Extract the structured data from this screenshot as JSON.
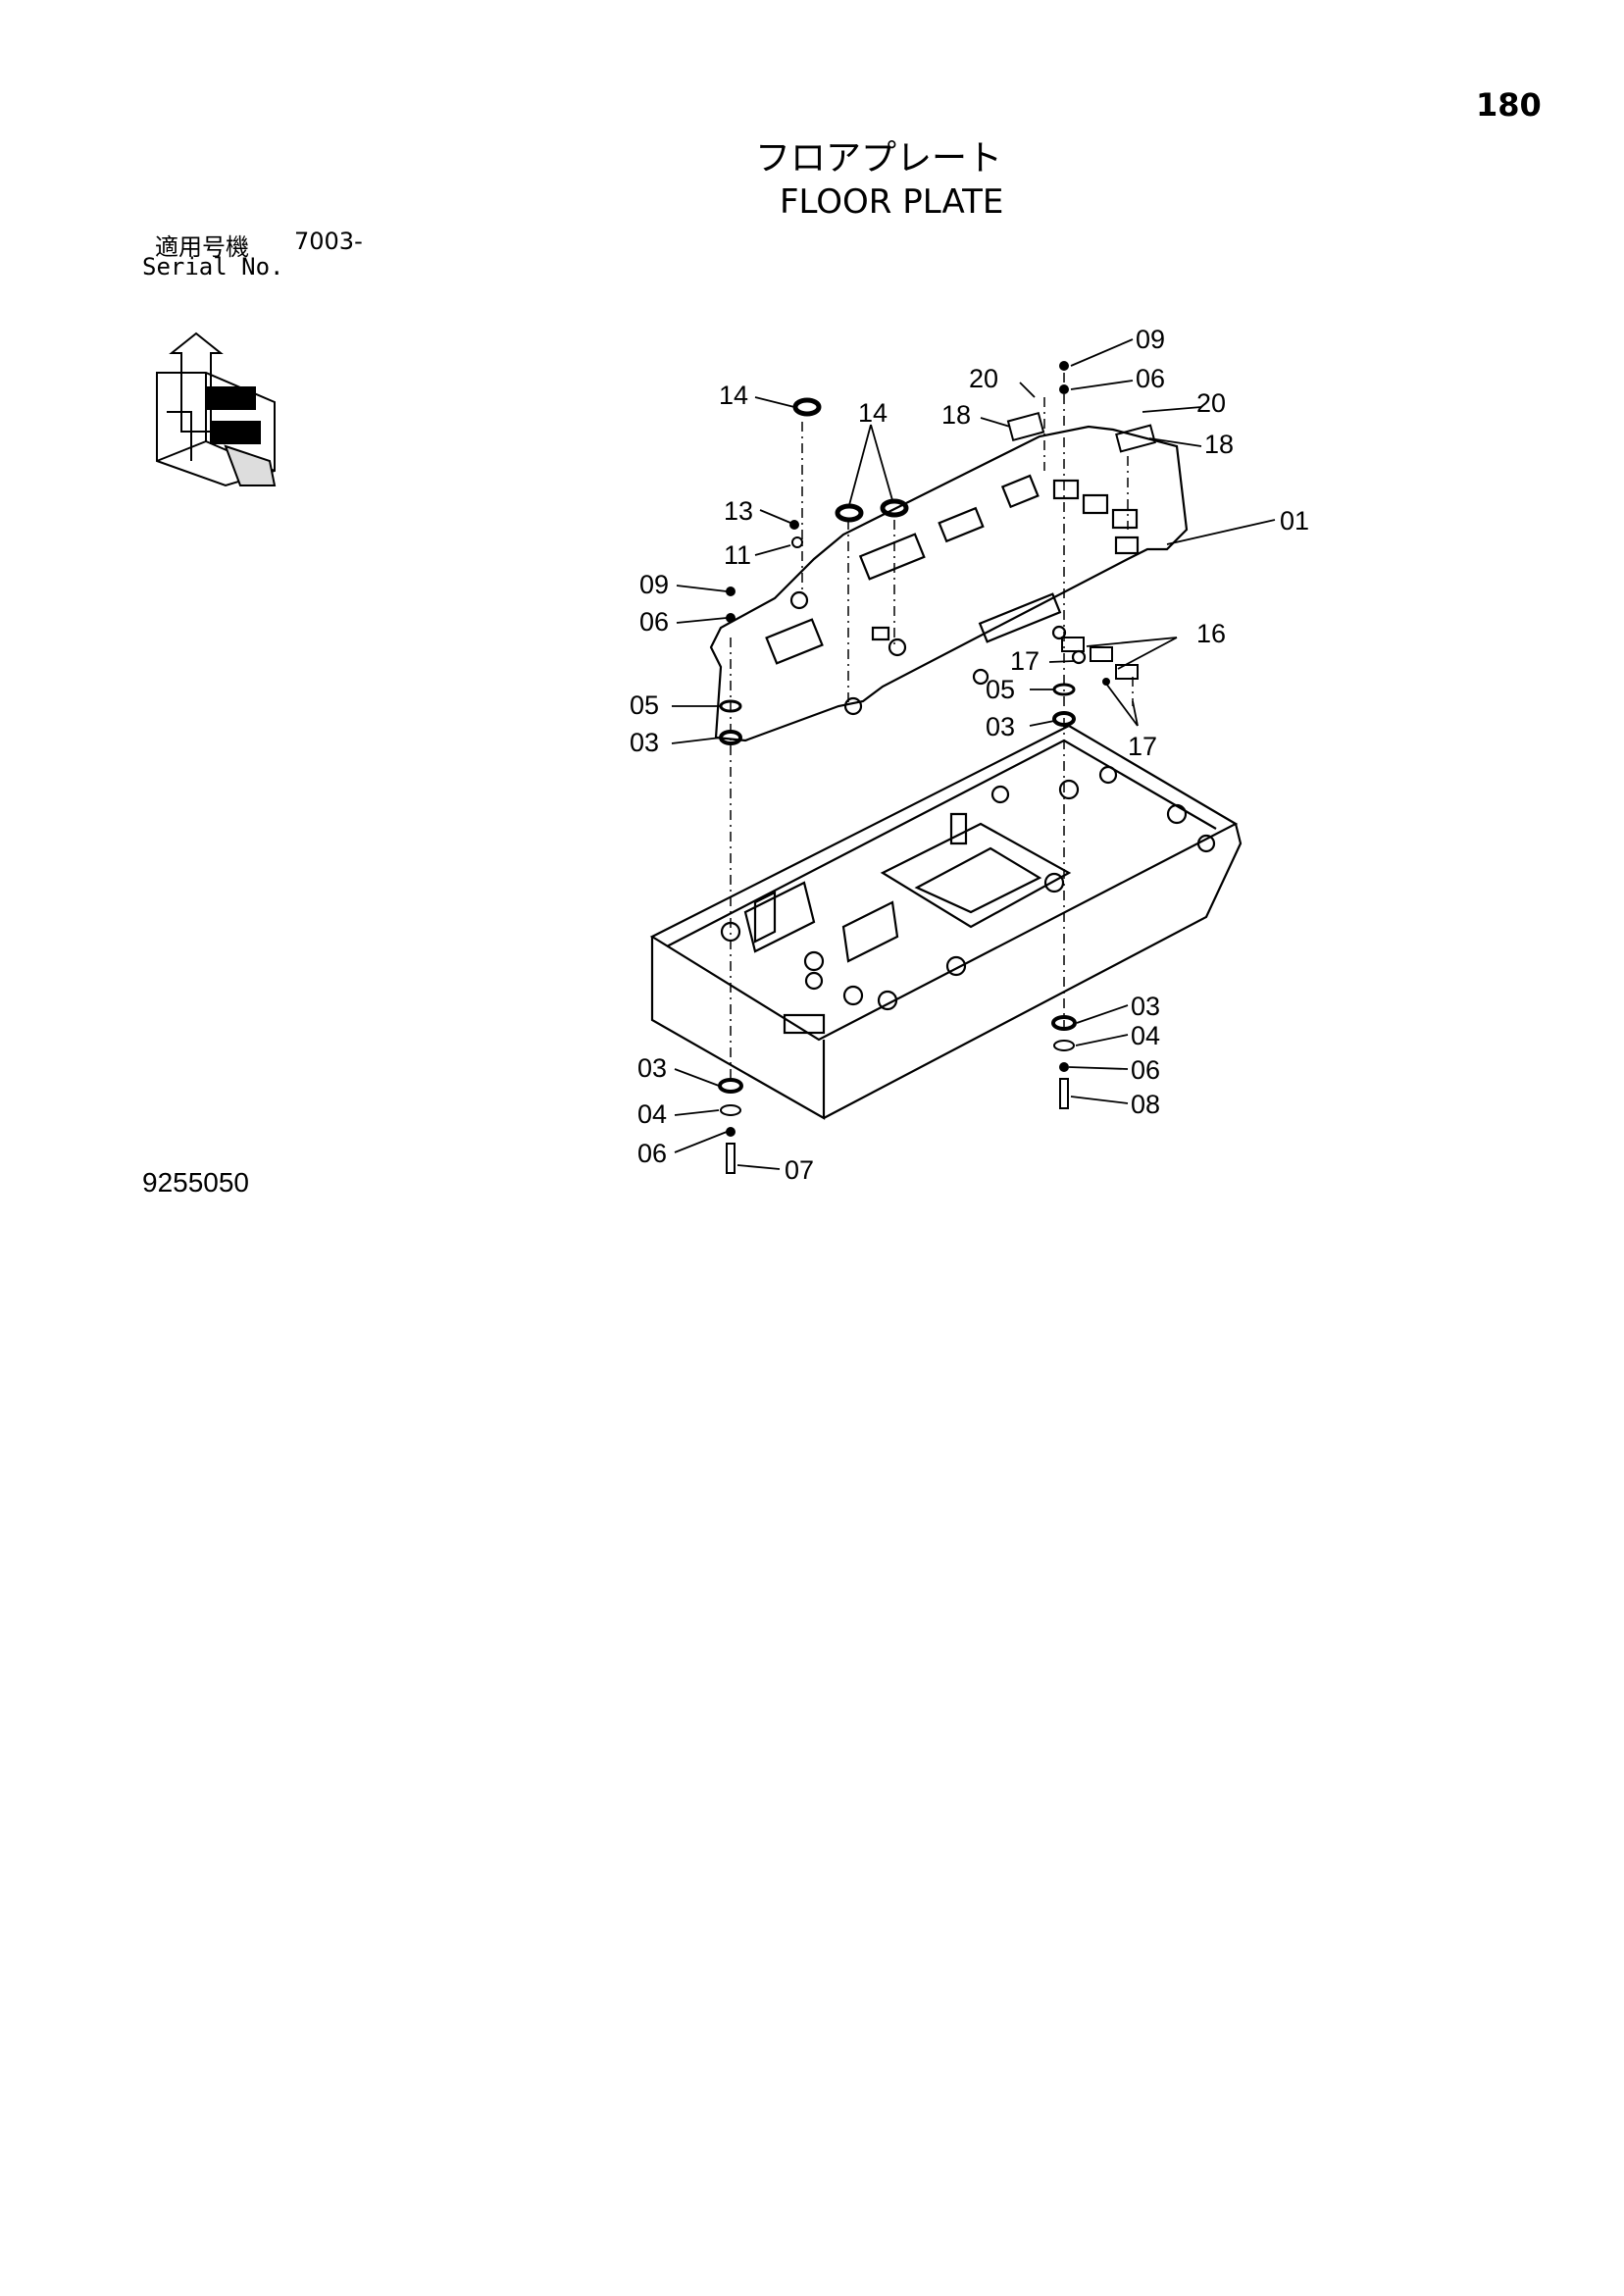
{
  "page_number": "180",
  "title_jp": "フロアプレート",
  "title_en": "FLOOR PLATE",
  "serial": {
    "label_jp": "適用号機",
    "value": "7003-",
    "label_en": "Serial No."
  },
  "drawing_number": "9255050",
  "callouts": {
    "c01": "01",
    "c03a": "03",
    "c03b": "03",
    "c03c": "03",
    "c03d": "03",
    "c04a": "04",
    "c04b": "04",
    "c05a": "05",
    "c05b": "05",
    "c06a": "06",
    "c06b": "06",
    "c06c": "06",
    "c06d": "06",
    "c07": "07",
    "c08": "08",
    "c09a": "09",
    "c09b": "09",
    "c11": "11",
    "c13": "13",
    "c14a": "14",
    "c14b": "14",
    "c16": "16",
    "c17a": "17",
    "c17b": "17",
    "c18a": "18",
    "c18b": "18",
    "c20a": "20",
    "c20b": "20"
  }
}
